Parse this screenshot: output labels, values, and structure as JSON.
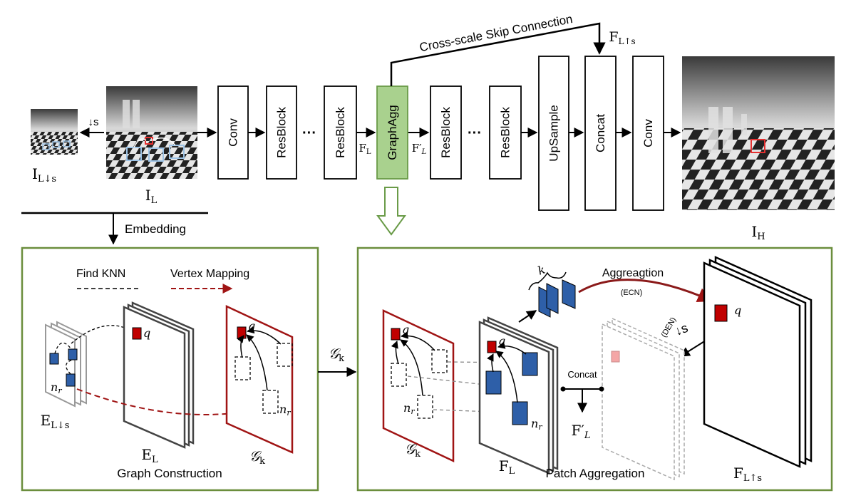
{
  "pipeline": {
    "skip_connection_label": "Cross-scale Skip Connection",
    "blocks": [
      {
        "id": "conv-1",
        "label": "Conv"
      },
      {
        "id": "resblock-1",
        "label": "ResBlock"
      },
      {
        "id": "resblock-2",
        "label": "ResBlock"
      },
      {
        "id": "graphagg",
        "label": "GraphAgg",
        "highlight": true
      },
      {
        "id": "resblock-3",
        "label": "ResBlock"
      },
      {
        "id": "resblock-4",
        "label": "ResBlock"
      },
      {
        "id": "upsample",
        "label": "UpSample"
      },
      {
        "id": "concat",
        "label": "Concat"
      },
      {
        "id": "conv-2",
        "label": "Conv"
      }
    ],
    "ellipsis": "···",
    "downscale_label": "↓s",
    "input_small_label": "I",
    "input_small_sub": "L↓s",
    "input_label": "I",
    "input_sub": "L",
    "output_label": "I",
    "output_sub": "H",
    "feature_label": "F",
    "feature_sub": "L",
    "feature_prime_label": "F′",
    "feature_prime_sub": "L",
    "skip_feature_label": "F",
    "skip_feature_sub": "L↑s",
    "embedding_label": "Embedding"
  },
  "graph_construction": {
    "title": "Graph Construction",
    "legend_knn": "Find KNN",
    "legend_mapping": "Vertex Mapping",
    "e_small_label": "E",
    "e_small_sub": "L↓s",
    "e_label": "E",
    "e_sub": "L",
    "g_label": "𝒢",
    "g_sub": "k",
    "q_label": "q",
    "nr_label": "n",
    "nr_sub": "r"
  },
  "between_panels": {
    "g_label": "𝒢",
    "g_sub": "k"
  },
  "patch_aggregation": {
    "title": "Patch Aggregation",
    "k_label": "k",
    "aggregation_label": "Aggreagtion",
    "ecn_label": "(ECN)",
    "den_label": "(DEN)",
    "den_arrow": "↓s",
    "concat_label": "Concat",
    "g_label": "𝒢",
    "g_sub": "k",
    "f_label": "F",
    "f_sub": "L",
    "f_prime_label": "F′",
    "f_prime_sub": "L",
    "f_up_label": "F",
    "f_up_sub": "L↑s",
    "q_label": "q",
    "nr_label": "n",
    "nr_sub": "r"
  },
  "colors": {
    "graphagg_fill": "#a9d18e",
    "graphagg_stroke": "#6a9b48",
    "panel_border": "#6b8e3d",
    "red": "#c00000",
    "dark_red": "#8b1a1a",
    "blue": "#2e5fa8",
    "light_blue": "#9dc3e6",
    "pink": "#f4a6a6"
  }
}
